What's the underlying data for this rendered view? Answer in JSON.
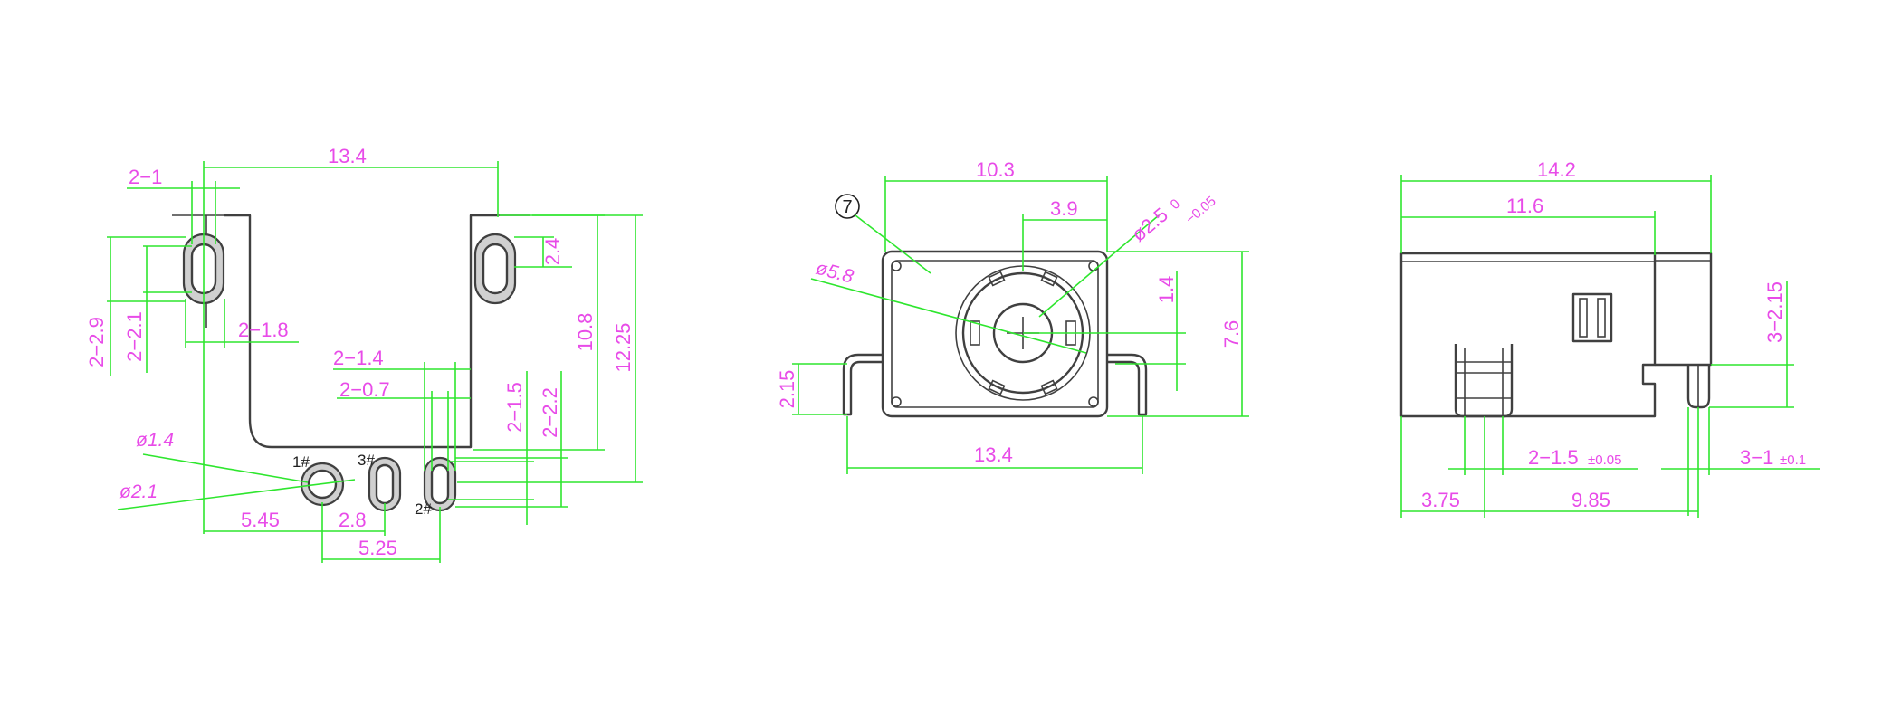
{
  "left_view": {
    "dims": {
      "d_2_1_top": "2−1",
      "d_13_4": "13.4",
      "d_2_4": "2.4",
      "d_2_2_9": "2−2.9",
      "d_2_2_1": "2−2.1",
      "d_2_1_8": "2−1.8",
      "d_10_8": "10.8",
      "d_12_25": "12.25",
      "d_2_1_4": "2−1.4",
      "d_2_0_7": "2−0.7",
      "d_2_1_5": "2−1.5",
      "d_2_2_2": "2−2.2",
      "d_phi_1_4": "ø1.4",
      "d_phi_2_1": "ø2.1",
      "d_5_45": "5.45",
      "d_2_8": "2.8",
      "d_5_25": "5.25"
    },
    "pins": {
      "p1": "1#",
      "p2": "2#",
      "p3": "3#"
    }
  },
  "middle_view": {
    "dims": {
      "d_10_3": "10.3",
      "d_3_9": "3.9",
      "d_phi_2_5": "ø2.5",
      "tol_upper": "0",
      "tol_lower": "−0.05",
      "d_phi_5_8": "ø5.8",
      "d_1_4": "1.4",
      "d_7_6": "7.6",
      "d_2_15": "2.15",
      "d_13_4": "13.4"
    },
    "balloon": "7"
  },
  "right_view": {
    "dims": {
      "d_14_2": "14.2",
      "d_11_6": "11.6",
      "d_3_2_15": "3−2.15",
      "d_2_1_5": "2−1.5",
      "tol_2_1_5": "±0.05",
      "d_3_1": "3−1",
      "tol_3_1": "±0.1",
      "d_3_75": "3.75",
      "d_9_85": "9.85"
    }
  },
  "colors": {
    "outline": "#404040",
    "dimension_line": "#2ee62e",
    "dimension_text": "#e84be8",
    "background": "#ffffff"
  }
}
